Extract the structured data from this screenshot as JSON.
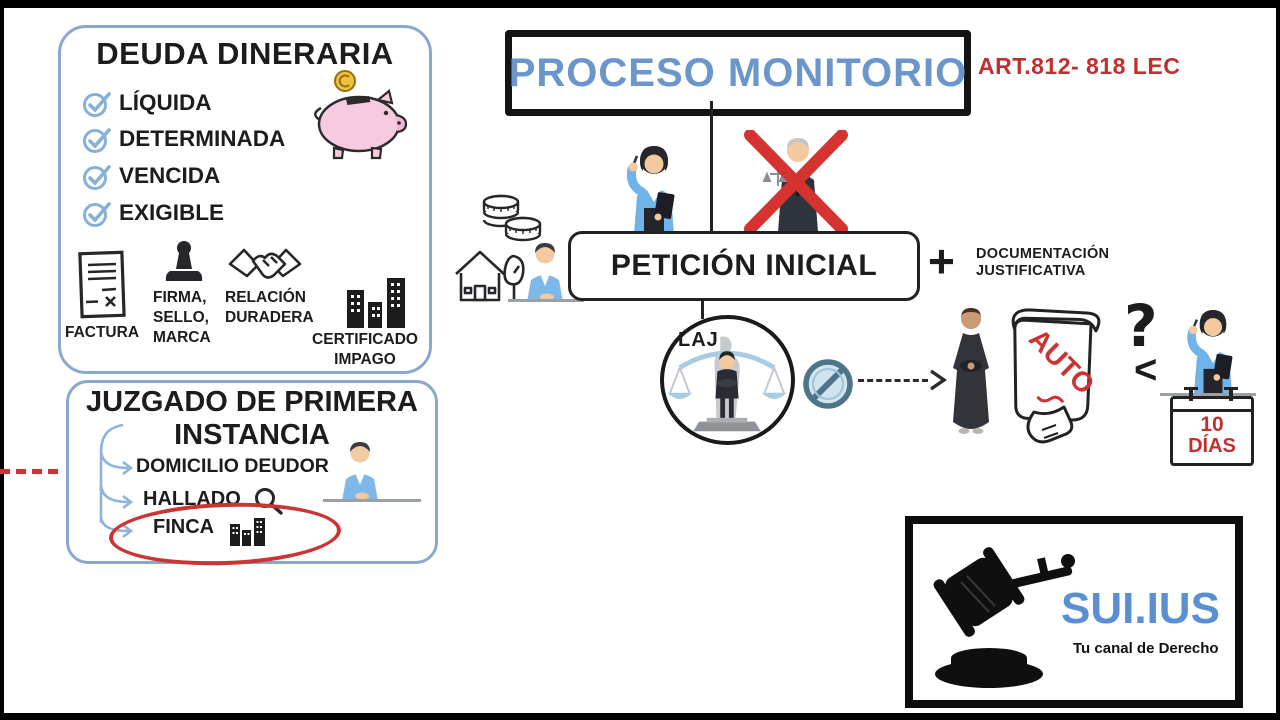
{
  "header": {
    "title": "PROCESO MONITORIO",
    "article": "ART.812- 818 LEC"
  },
  "deuda": {
    "title": "DEUDA DINERARIA",
    "checklist": [
      "LÍQUIDA",
      "DETERMINADA",
      "VENCIDA",
      "EXIGIBLE"
    ],
    "evidence": {
      "factura": "FACTURA",
      "firma": [
        "FIRMA,",
        "SELLO,",
        "MARCA"
      ],
      "relacion": [
        "RELACIÓN",
        "DURADERA"
      ],
      "certificado": [
        "CERTIFICADO",
        "IMPAGO"
      ]
    }
  },
  "juzgado": {
    "title": [
      "JUZGADO DE PRIMERA",
      "INSTANCIA"
    ],
    "items": [
      "DOMICILIO DEUDOR",
      "HALLADO",
      "FINCA"
    ]
  },
  "flow": {
    "peticion": "PETICIÓN INICIAL",
    "plus": "+",
    "documentacion": [
      "DOCUMENTACIÓN",
      "JUSTIFICATIVA"
    ],
    "laj": "LAJ",
    "auto": "AUTO",
    "question": "?",
    "less_than": "<",
    "calendar": [
      "10",
      "DÍAS"
    ]
  },
  "logo": {
    "name": "SUI.IUS",
    "tagline": "Tu canal de Derecho"
  },
  "colors": {
    "title_blue": "#6a96cc",
    "box_border_blue": "#8aa8cc",
    "check_blue": "#85b0d8",
    "accent_red": "#cc3333",
    "logo_blue": "#5b8fd4",
    "people_blue": "#6fb3e8",
    "pig_pink": "#f6cbdf"
  }
}
